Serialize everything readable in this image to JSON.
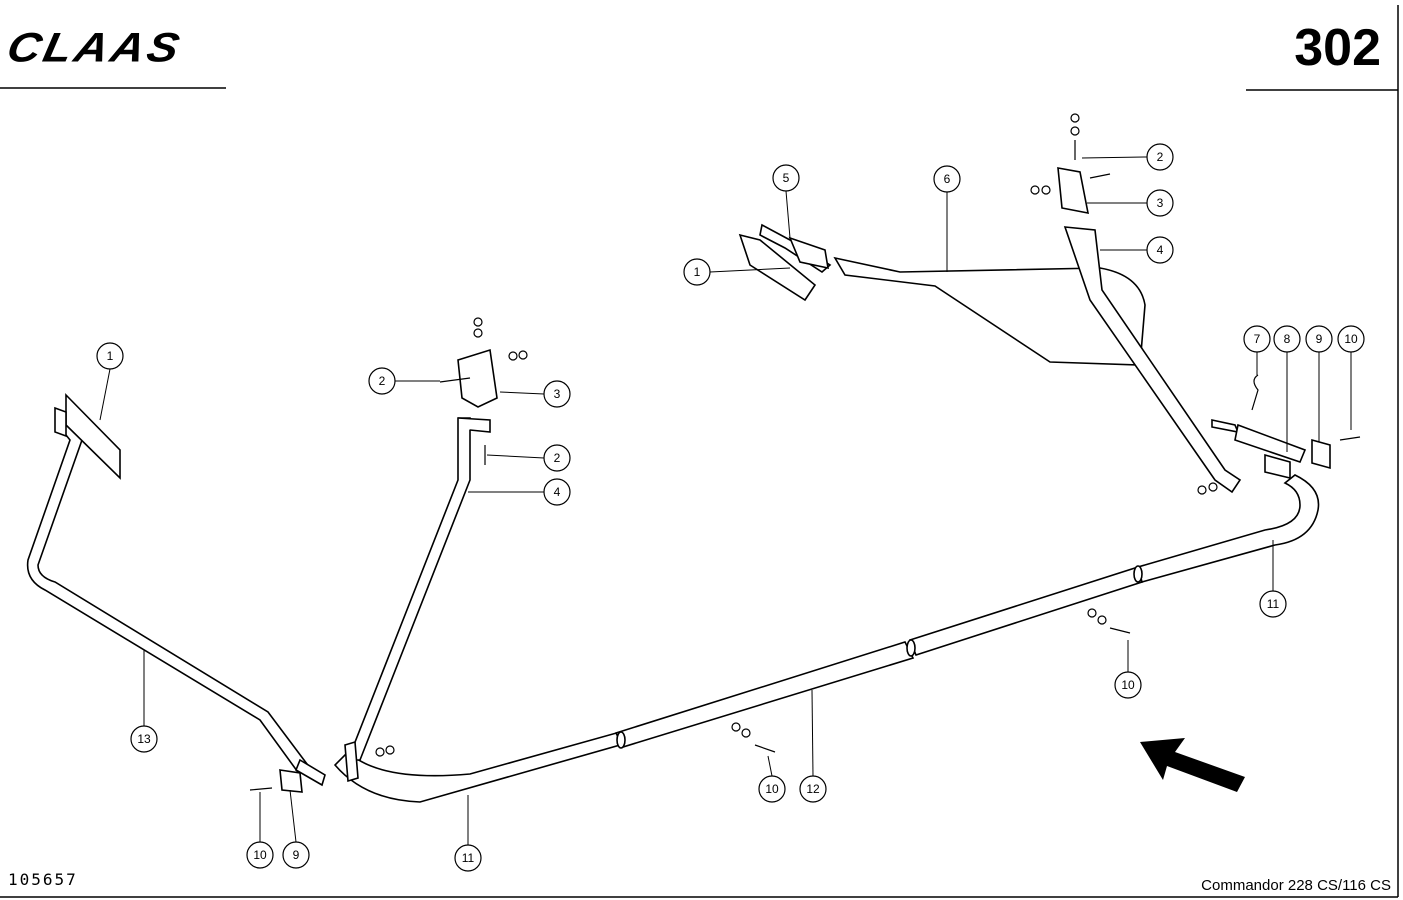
{
  "header": {
    "brand": "CLAAS",
    "page_number": "302"
  },
  "footer": {
    "drawing_number": "105657",
    "model": "Commandor 228 CS/116 CS"
  },
  "callouts": [
    {
      "id": "c1a",
      "label": "1"
    },
    {
      "id": "c2a",
      "label": "2"
    },
    {
      "id": "c3a",
      "label": "3"
    },
    {
      "id": "c2b",
      "label": "2"
    },
    {
      "id": "c4a",
      "label": "4"
    },
    {
      "id": "c13",
      "label": "13"
    },
    {
      "id": "c10a",
      "label": "10"
    },
    {
      "id": "c9a",
      "label": "9"
    },
    {
      "id": "c11a",
      "label": "11"
    },
    {
      "id": "c10b",
      "label": "10"
    },
    {
      "id": "c12",
      "label": "12"
    },
    {
      "id": "c10c",
      "label": "10"
    },
    {
      "id": "c11b",
      "label": "11"
    },
    {
      "id": "c1b",
      "label": "1"
    },
    {
      "id": "c5",
      "label": "5"
    },
    {
      "id": "c6",
      "label": "6"
    },
    {
      "id": "c2c",
      "label": "2"
    },
    {
      "id": "c3b",
      "label": "3"
    },
    {
      "id": "c4b",
      "label": "4"
    },
    {
      "id": "c7",
      "label": "7"
    },
    {
      "id": "c8",
      "label": "8"
    },
    {
      "id": "c9b",
      "label": "9"
    },
    {
      "id": "c10d",
      "label": "10"
    }
  ],
  "direction_arrow": "arrow-icon"
}
